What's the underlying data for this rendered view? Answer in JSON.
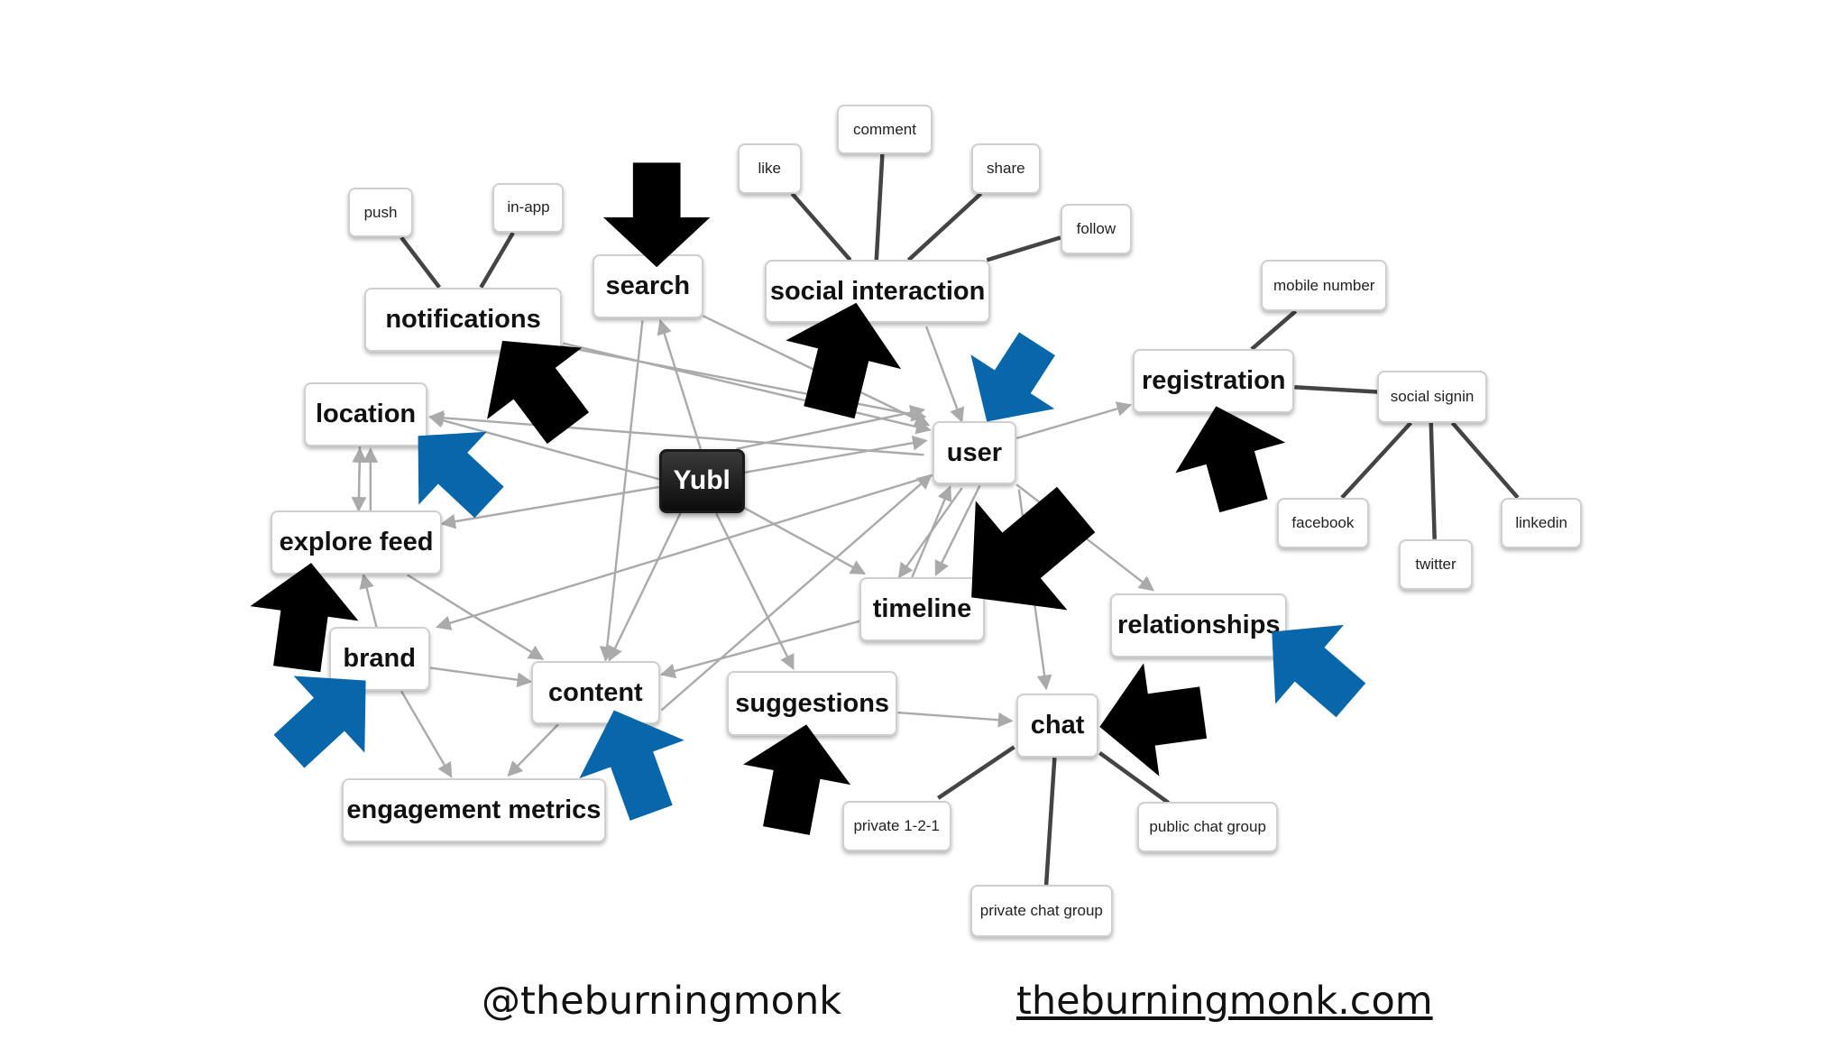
{
  "nodes": {
    "yubl": "Yubl",
    "search": "search",
    "social_interaction": "social interaction",
    "notifications": "notifications",
    "location": "location",
    "explore_feed": "explore feed",
    "brand": "brand",
    "content": "content",
    "engagement_metrics": "engagement metrics",
    "suggestions": "suggestions",
    "timeline": "timeline",
    "user": "user",
    "registration": "registration",
    "relationships": "relationships",
    "chat": "chat",
    "push": "push",
    "in_app": "in-app",
    "like": "like",
    "comment": "comment",
    "share": "share",
    "follow": "follow",
    "mobile_number": "mobile number",
    "social_signin": "social signin",
    "facebook": "facebook",
    "twitter": "twitter",
    "linkedin": "linkedin",
    "private_1_2_1": "private 1-2-1",
    "public_chat_group": "public chat group",
    "private_chat_group": "private chat group"
  },
  "footer": {
    "handle": "@theburningmonk",
    "site": "theburningmonk.com"
  },
  "colors": {
    "edge": "#aaaaaa",
    "leaf_edge": "#444444",
    "black_arrow": "#000000",
    "blue_arrow": "#0866aa"
  }
}
